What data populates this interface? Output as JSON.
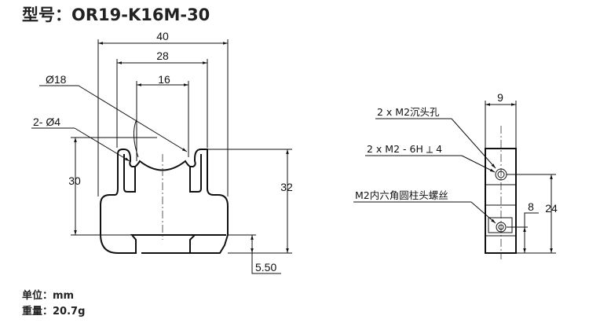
{
  "title": "型号：OR19-K16M-30",
  "front_view": {
    "dim_width_outer": "40",
    "dim_width_mid": "28",
    "dim_width_inner": "16",
    "dim_diameter_large": "Ø18",
    "dim_diameter_small": "2- Ø4",
    "dim_height_left": "30",
    "dim_height_right": "32",
    "dim_bottom_offset": "5.50"
  },
  "side_view": {
    "dim_width": "9",
    "note_countersink": "2 x M2沉头孔",
    "note_thread": "2 x M2 - 6H ⟂ 4",
    "note_screw": "M2内六角圆柱头螺丝",
    "dim_hole_spacing": "24",
    "dim_hole_offset": "8"
  },
  "info": {
    "unit": "单位：mm",
    "weight": "重量：20.7g"
  }
}
